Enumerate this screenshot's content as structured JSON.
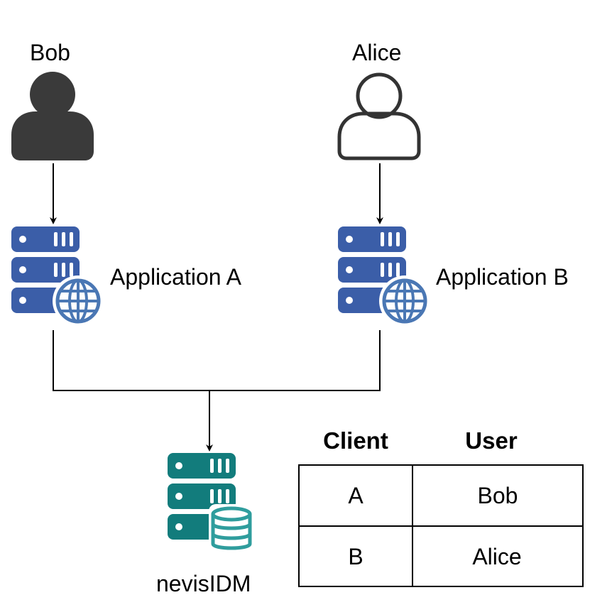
{
  "nodes": {
    "bob": {
      "label": "Bob"
    },
    "alice": {
      "label": "Alice"
    },
    "app_a": {
      "label": "Application A"
    },
    "app_b": {
      "label": "Application B"
    },
    "nevisidm": {
      "label": "nevisIDM"
    }
  },
  "mapping_table": {
    "headers": [
      "Client",
      "User"
    ],
    "rows": [
      [
        "A",
        "Bob"
      ],
      [
        "B",
        "Alice"
      ]
    ]
  },
  "colors": {
    "user_filled": "#3a3a3a",
    "user_outline": "#333333",
    "app_server": "#3b5ea8",
    "app_globe": "#4a77b4",
    "idm_server": "#127c7c",
    "idm_db": "#2f9d9d",
    "line": "#000000"
  },
  "icons": {
    "bob": "user-filled-icon",
    "alice": "user-outline-icon",
    "app_a": "web-server-icon",
    "app_b": "web-server-icon",
    "nevisidm": "database-server-icon"
  }
}
